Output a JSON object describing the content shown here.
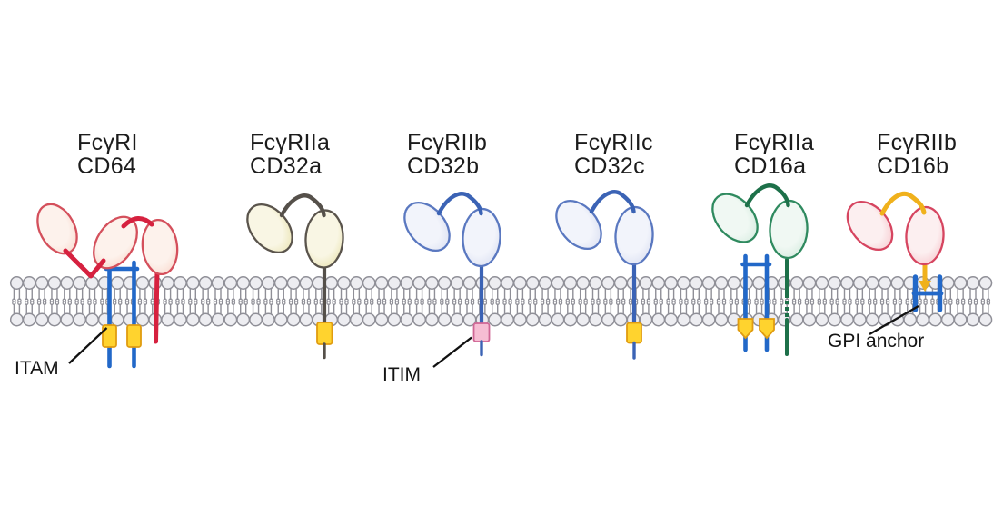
{
  "figure": {
    "background": "#ffffff",
    "text_color": "#1c1c1c"
  },
  "membrane": {
    "name": "lipid bilayer",
    "head_fill": "#ededf1",
    "head_stroke": "#8f8f97",
    "tail_color": "#8f8f97"
  },
  "receptors": [
    {
      "line1": "FcγRI",
      "line2": "CD64",
      "domain_edge": "#f8d3c6",
      "domain_center": "#fdf2ec",
      "domain_stroke": "#d4505c",
      "linker": "#d6213f",
      "motif": "ITAM"
    },
    {
      "line1": "FcγRIIa",
      "line2": "CD32a",
      "domain_edge": "#e6dfa6",
      "domain_center": "#f9f6e4",
      "domain_stroke": "#5a544c",
      "linker": "#55504a",
      "motif": "ITAM"
    },
    {
      "line1": "FcγRIIb",
      "line2": "CD32b",
      "domain_edge": "#d5dbef",
      "domain_center": "#f2f4fb",
      "domain_stroke": "#5a78c0",
      "linker": "#3b63b5",
      "motif": "ITIM"
    },
    {
      "line1": "FcγRIIc",
      "line2": "CD32c",
      "domain_edge": "#d5dbef",
      "domain_center": "#f2f4fb",
      "domain_stroke": "#5a78c0",
      "linker": "#3b63b5",
      "motif": "ITAM"
    },
    {
      "line1": "FcγRIIa",
      "line2": "CD16a",
      "domain_edge": "#cde8d9",
      "domain_center": "#f0f8f3",
      "domain_stroke": "#2f8a5f",
      "linker": "#1d7049",
      "motif": "ITAM"
    },
    {
      "line1": "FcγRIIb",
      "line2": "CD16b",
      "domain_edge": "#f6c0c6",
      "domain_center": "#fceff0",
      "domain_stroke": "#d64560",
      "linker": "#f0b11c",
      "motif": "GPI"
    }
  ],
  "annotations": {
    "itam": "ITAM",
    "itim": "ITIM",
    "gpi": "GPI anchor"
  },
  "motif_colors": {
    "gamma_chain": "#2268c8",
    "itam_fill": "#ffd32e",
    "itam_stroke": "#e09c10",
    "itim_fill": "#f6bdd3",
    "itim_stroke": "#d06695",
    "gpi_anchor": "#2268c8",
    "pointer_line": "#111111"
  }
}
